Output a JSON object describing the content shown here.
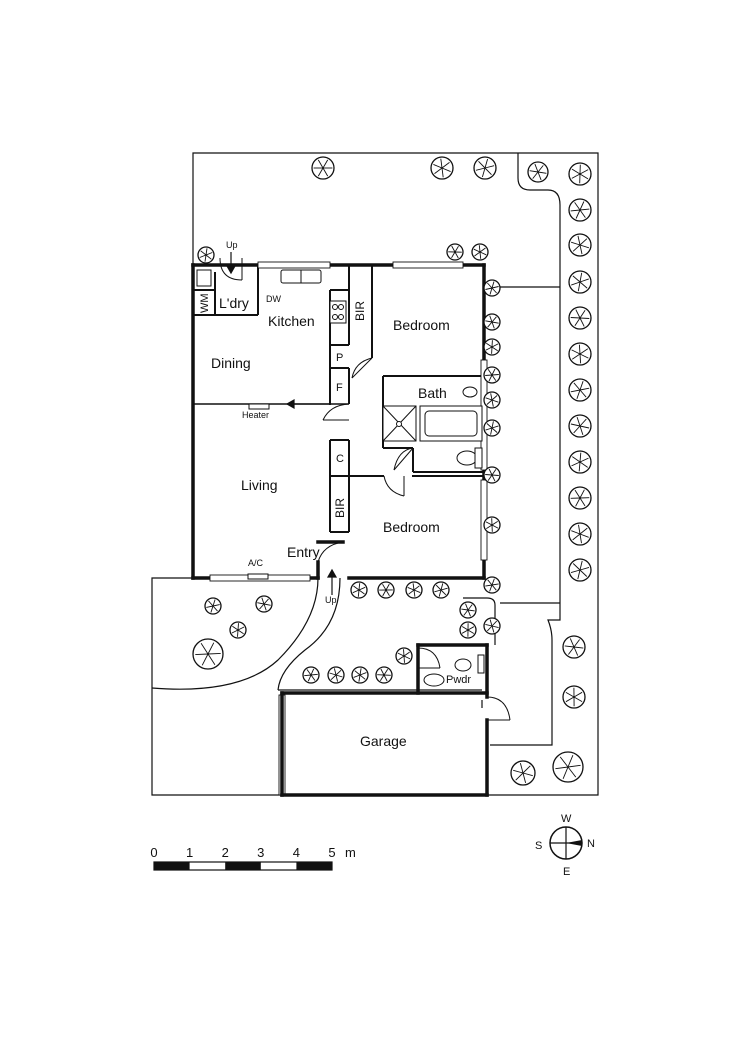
{
  "rooms": {
    "laundry": "L'dry",
    "washing_machine": "WM",
    "kitchen": "Kitchen",
    "dishwasher": "DW",
    "dining": "Dining",
    "pantry": "P",
    "fridge": "F",
    "heater": "Heater",
    "bir_top": "BIR",
    "bedroom_top": "Bedroom",
    "bath": "Bath",
    "cupboard": "C",
    "bir_bottom": "BIR",
    "living": "Living",
    "bedroom_bottom": "Bedroom",
    "entry": "Entry",
    "air_con": "A/C",
    "powder": "Pwdr",
    "garage": "Garage"
  },
  "stairs": {
    "laundry_up": "Up",
    "entry_up": "Up"
  },
  "scale_bar": {
    "ticks": [
      "0",
      "1",
      "2",
      "3",
      "4",
      "5"
    ],
    "unit": "m"
  },
  "compass": {
    "top": "W",
    "right": "N",
    "bottom": "E",
    "left": "S"
  }
}
